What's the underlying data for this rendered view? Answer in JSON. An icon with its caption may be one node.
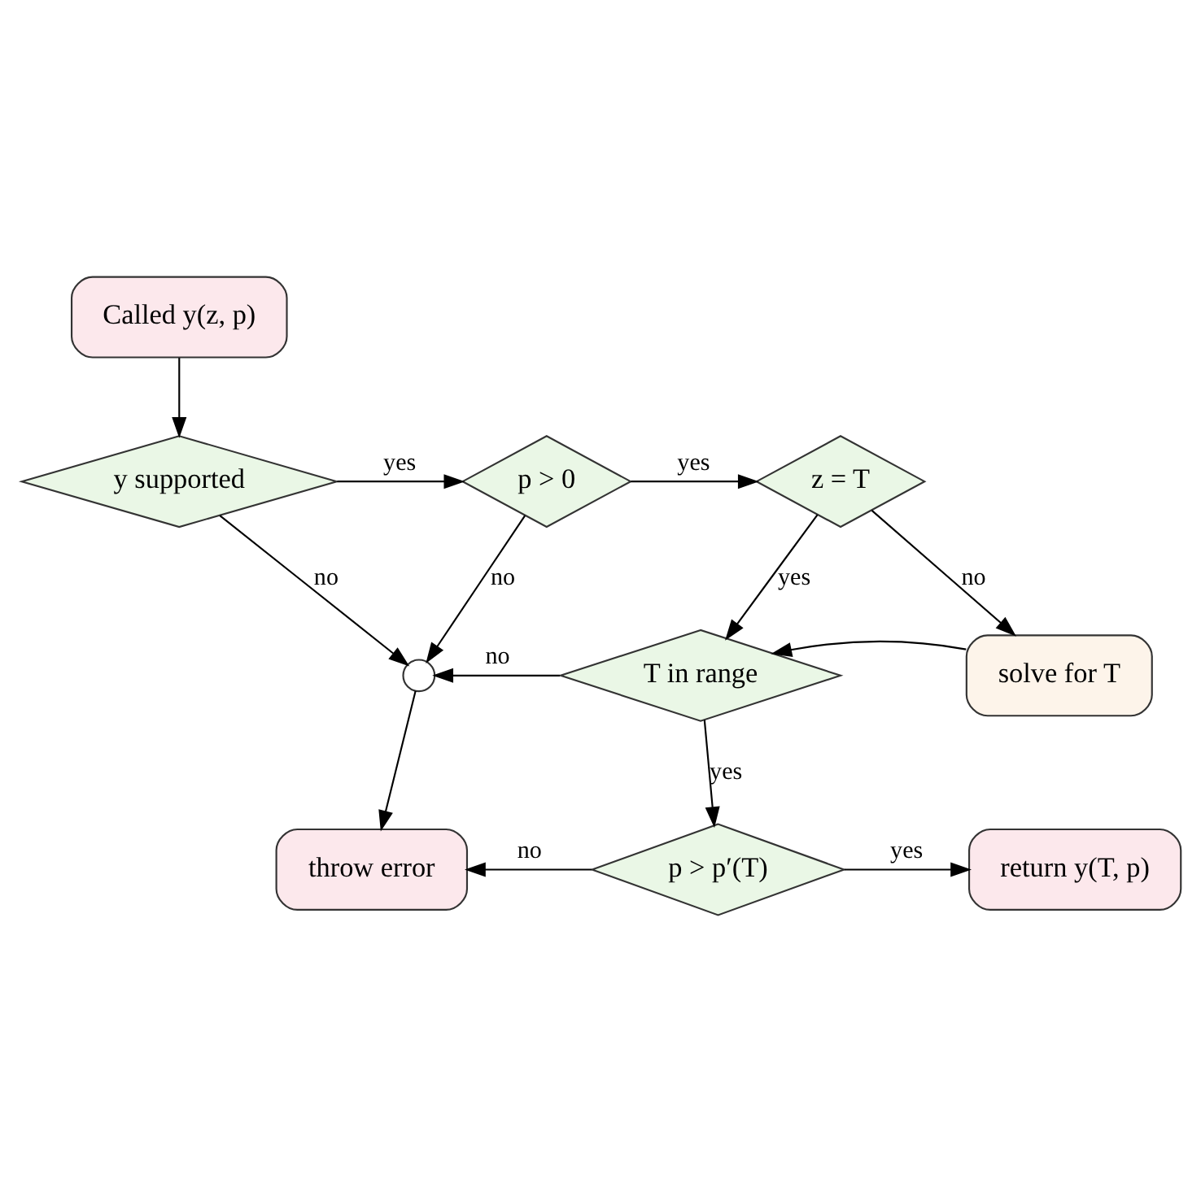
{
  "diagram": {
    "nodes": [
      {
        "text": [
          "Called y(z, p)"
        ]
      },
      {
        "text": [
          "y supported"
        ]
      },
      {
        "text": [
          "p > 0"
        ]
      },
      {
        "text": [
          "z = T"
        ]
      },
      {
        "text": [],
        "shape": "circle"
      },
      {
        "text": [
          "T in range"
        ]
      },
      {
        "text": [
          "solve for T"
        ]
      },
      {
        "text": [
          "throw error"
        ]
      },
      {
        "text": [
          "p > p′(T)"
        ]
      },
      {
        "text": [
          "return y(T, p)"
        ]
      }
    ],
    "edges": [
      {
        "from": 0,
        "to": 1,
        "arrow": "to"
      },
      {
        "from": 1,
        "to": 2,
        "arrow": "to",
        "label": "yes"
      },
      {
        "from": 2,
        "to": 3,
        "arrow": "to",
        "label": "yes"
      },
      {
        "from": 1,
        "to": 4,
        "arrow": "to",
        "label": "no"
      },
      {
        "from": 2,
        "to": 4,
        "arrow": "to",
        "label": "no"
      },
      {
        "from": 3,
        "to": 5,
        "arrow": "to",
        "label": "yes"
      },
      {
        "from": 3,
        "to": 6,
        "arrow": "to",
        "label": "no"
      },
      {
        "from": 6,
        "to": 5,
        "arrow": "to"
      },
      {
        "from": 5,
        "to": 4,
        "arrow": "to",
        "label": "no"
      },
      {
        "from": 5,
        "to": 8,
        "arrow": "to",
        "label": "yes"
      },
      {
        "from": 4,
        "to": 7,
        "arrow": "to"
      },
      {
        "from": 8,
        "to": 7,
        "arrow": "to",
        "label": "no"
      },
      {
        "from": 8,
        "to": 9,
        "arrow": "to",
        "label": "yes"
      }
    ]
  }
}
